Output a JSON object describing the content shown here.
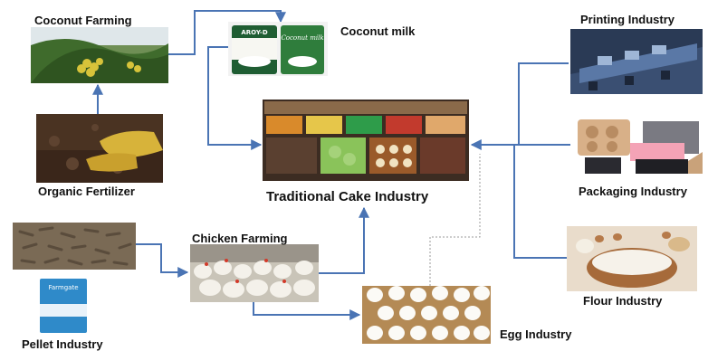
{
  "nodes": {
    "coconut_farming": "Coconut Farming",
    "coconut_milk": "Coconut milk",
    "organic_fertilizer": "Organic  Fertilizer",
    "traditional_cake": "Traditional Cake Industry",
    "chicken_farming": "Chicken Farming",
    "pellet_industry": "Pellet Industry",
    "egg_industry": "Egg Industry",
    "printing_industry": "Printing Industry",
    "packaging_industry": "Packaging Industry",
    "flour_industry": "Flour Industry"
  },
  "product_text": {
    "can1_brand": "AROY-D",
    "can2_label": "Coconut milk",
    "feed_bag_brand": "Farmgate"
  },
  "colors": {
    "arrow": "#4a74b4",
    "dotted": "#9a9a9a"
  }
}
